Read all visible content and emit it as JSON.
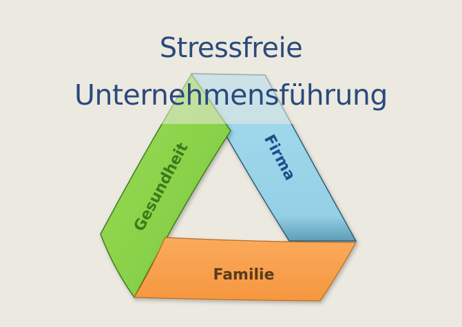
{
  "title": {
    "line1": "Stressfreie",
    "line2": "Unternehmensführung",
    "color": "#2A4A7C"
  },
  "diagram": {
    "type": "triangle-ribbon",
    "segments": [
      {
        "label": "Gesundheit",
        "position": "left",
        "color": "#8ED44A",
        "text_color": "#3E7A1A"
      },
      {
        "label": "Firma",
        "position": "right",
        "color": "#9ED6EA",
        "text_color": "#1F4E8A"
      },
      {
        "label": "Familie",
        "position": "bottom",
        "color": "#F9A24F",
        "text_color": "#5A3A1A"
      }
    ]
  },
  "background_color": "#ECE9E0"
}
